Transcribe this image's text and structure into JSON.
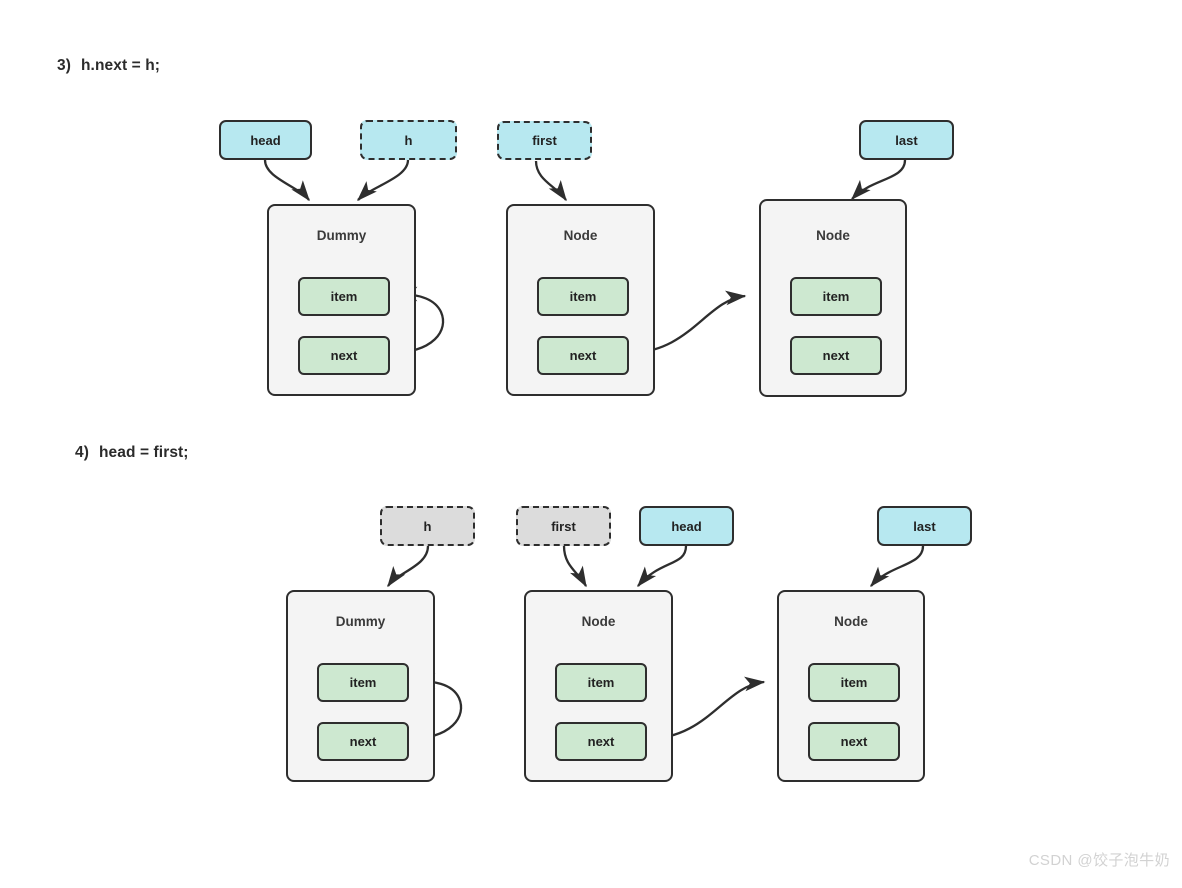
{
  "page": {
    "watermark": "CSDN @饺子泡牛奶",
    "background_color": "#ffffff"
  },
  "palette": {
    "pointer_cyan": "#b7e8f0",
    "pointer_gray": "#dcdcdc",
    "node_fill": "#f4f4f4",
    "field_fill": "#cde8d0",
    "stroke": "#2e2e2e",
    "text": "#222222",
    "watermark": "#d2d2d2"
  },
  "steps": [
    {
      "id": "step-3",
      "number": "3)",
      "code": "h.next = h;",
      "pointers": [
        {
          "label": "head",
          "style": "cyan-solid"
        },
        {
          "label": "h",
          "style": "cyan-dashed"
        },
        {
          "label": "first",
          "style": "cyan-dashed"
        },
        {
          "label": "last",
          "style": "cyan-solid"
        }
      ],
      "nodes": [
        {
          "title": "Dummy",
          "fields": [
            "item",
            "next"
          ]
        },
        {
          "title": "Node",
          "fields": [
            "item",
            "next"
          ]
        },
        {
          "title": "Node",
          "fields": [
            "item",
            "next"
          ]
        }
      ],
      "edges": [
        {
          "from": "head",
          "to": "dummy-node",
          "kind": "pointer"
        },
        {
          "from": "h",
          "to": "dummy-node",
          "kind": "pointer"
        },
        {
          "from": "first",
          "to": "middle-node",
          "kind": "pointer"
        },
        {
          "from": "last",
          "to": "right-node",
          "kind": "pointer"
        },
        {
          "from": "dummy.next",
          "to": "dummy.item",
          "kind": "self-loop"
        },
        {
          "from": "middle.next",
          "to": "right.item",
          "kind": "link"
        }
      ]
    },
    {
      "id": "step-4",
      "number": "4)",
      "code": "head = first;",
      "pointers": [
        {
          "label": "h",
          "style": "gray-dashed"
        },
        {
          "label": "first",
          "style": "gray-dashed"
        },
        {
          "label": "head",
          "style": "cyan-solid"
        },
        {
          "label": "last",
          "style": "cyan-solid"
        }
      ],
      "nodes": [
        {
          "title": "Dummy",
          "fields": [
            "item",
            "next"
          ]
        },
        {
          "title": "Node",
          "fields": [
            "item",
            "next"
          ]
        },
        {
          "title": "Node",
          "fields": [
            "item",
            "next"
          ]
        }
      ],
      "edges": [
        {
          "from": "h",
          "to": "dummy-node",
          "kind": "pointer"
        },
        {
          "from": "first",
          "to": "middle-node",
          "kind": "pointer"
        },
        {
          "from": "head",
          "to": "middle-node",
          "kind": "pointer"
        },
        {
          "from": "last",
          "to": "right-node",
          "kind": "pointer"
        },
        {
          "from": "dummy.next",
          "to": "dummy.item",
          "kind": "self-loop"
        },
        {
          "from": "middle.next",
          "to": "right.item",
          "kind": "link"
        }
      ]
    }
  ]
}
